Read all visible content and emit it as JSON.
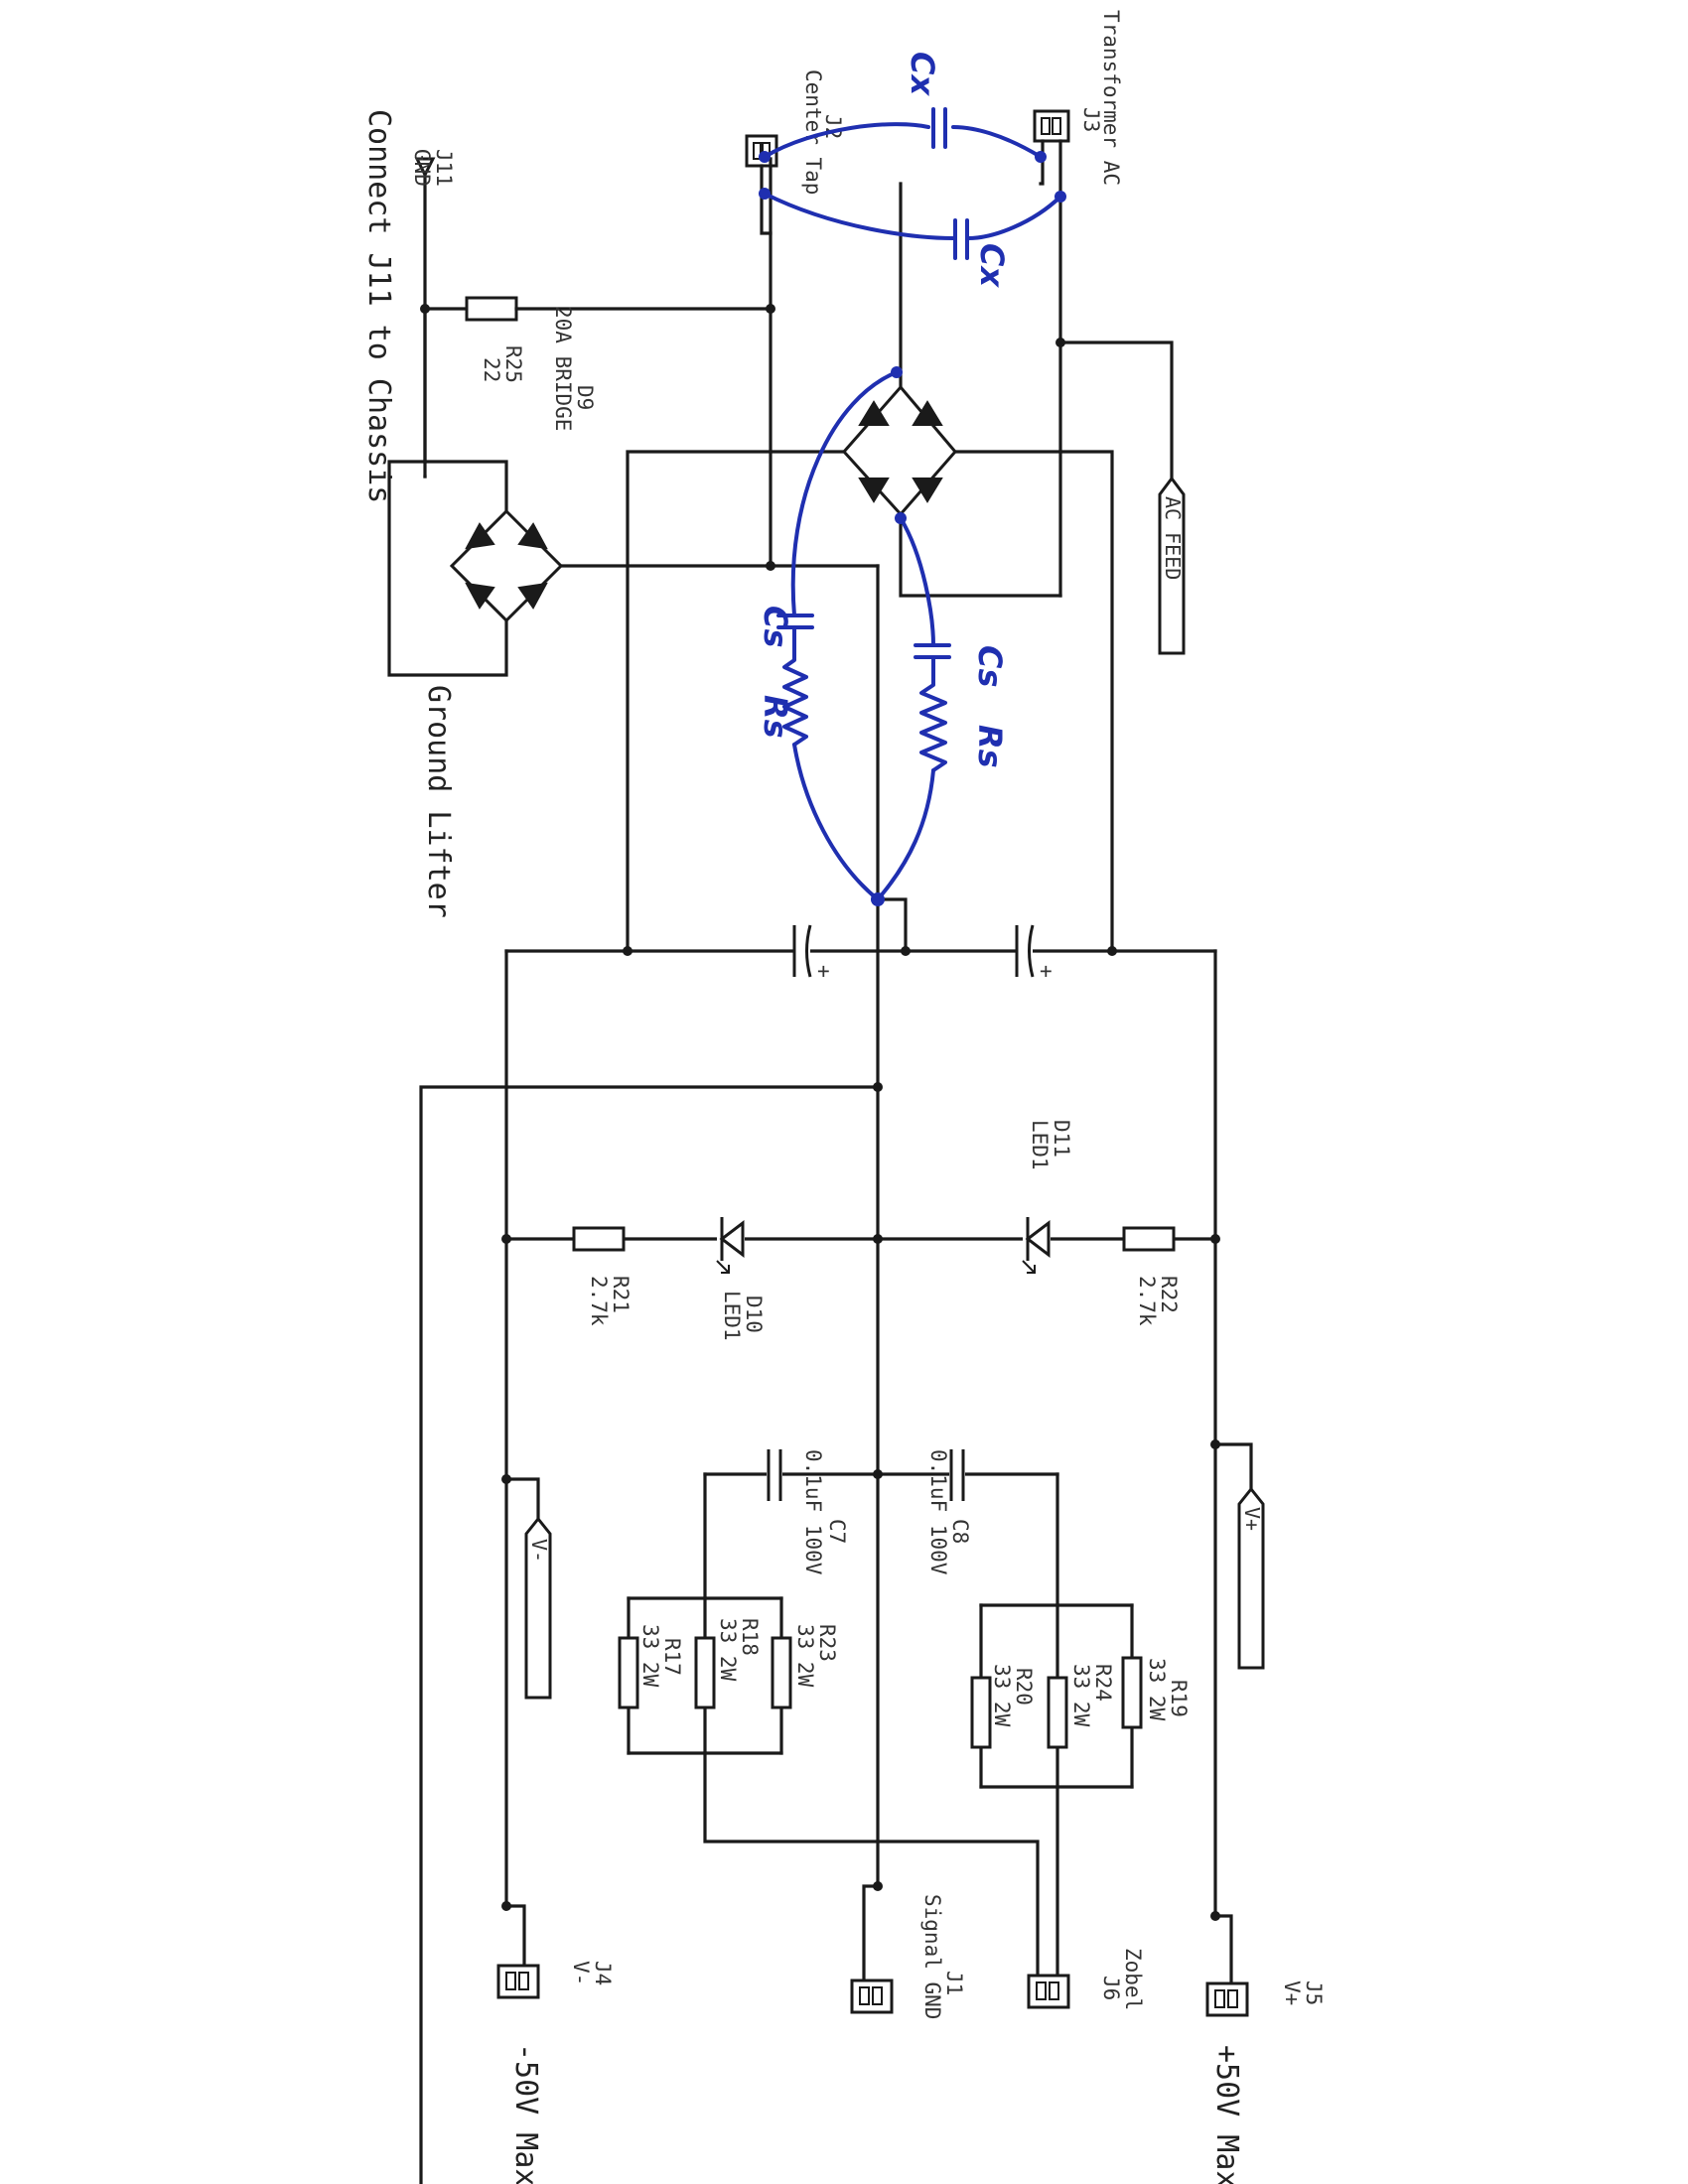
{
  "labels": {
    "j11": "J11",
    "j11_sub": "GND",
    "connect_note": "Connect J11 to Chassis",
    "r25": "R25",
    "r25_val": "22",
    "d9": "D9",
    "d9_val": "20A BRIDGE",
    "ground_lifter": "Ground Lifter",
    "j2": "J2",
    "j2_sub": "Center Tap",
    "j3": "J3",
    "j3_sub": "Transformer AC",
    "ac_feed": "AC FEED",
    "d11": "D11",
    "d11_val": "LED1",
    "d10": "D10",
    "d10_val": "LED1",
    "r21": "R21",
    "r21_val": "2.7k",
    "r22": "R22",
    "r22_val": "2.7k",
    "c7": "C7",
    "c7_val": "0.1uF 100V",
    "c8": "C8",
    "c8_val": "0.1uF 100V",
    "r17": "R17",
    "r17_val": "33 2W",
    "r18": "R18",
    "r18_val": "33 2W",
    "r23": "R23",
    "r23_val": "33 2W",
    "r19": "R19",
    "r19_val": "33 2W",
    "r20": "R20",
    "r20_val": "33 2W",
    "r24": "R24",
    "r24_val": "33 2W",
    "v_minus_flag": "V-",
    "v_plus_flag": "V+",
    "j4": "J4",
    "j4_sub": "V-",
    "j1": "J1",
    "j1_sub": "Signal GND",
    "j6": "J6",
    "j6_sub": "Zobel",
    "j5": "J5",
    "j5_sub": "V+",
    "minus50": "-50V Max",
    "plus50": "+50V Max",
    "plus_sign": "+"
  },
  "annotations": {
    "cx_top": "Cx",
    "cx_bottom": "Cx",
    "cs_left": "Cs",
    "rs_left": "Rs",
    "cs_right": "Cs",
    "rs_right": "Rs"
  },
  "colors": {
    "ink": "#1a1a1a",
    "annotation": "#1f2fb0"
  }
}
